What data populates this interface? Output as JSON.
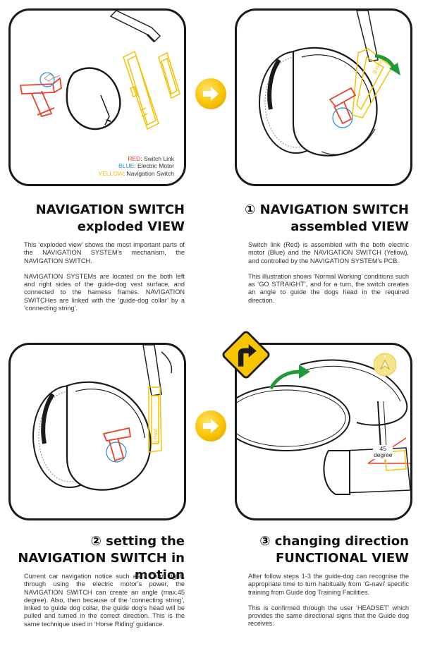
{
  "legend": {
    "red_label": "RED",
    "red_text": ": Switch Link",
    "blue_label": "BLUE",
    "blue_text": ": Electric Motor",
    "yellow_label": "YELLOW",
    "yellow_text": ": Navigation Switch"
  },
  "degree_label": {
    "value": "45",
    "unit": "degree"
  },
  "sections": {
    "s1": {
      "title_line1": "NAVIGATION SWITCH",
      "title_line2": "exploded VIEW",
      "paragraphs": [
        "This ‘exploded view’ shows the most important parts of the NAVIGATION SYSTEM’s mechanism, the NAVIGATION SWITCH.",
        "NAVIGATION SYSTEMs are located on the both left and right sides of the guide-dog vest surface, and connected to the harness frames. NAVIGATION SWITCHes are linked with the ‘guide-dog collar’ by a ‘connecting string’."
      ]
    },
    "s2": {
      "title_line1": "① NAVIGATION SWITCH",
      "title_line2": "assembled VIEW",
      "paragraphs": [
        "Switch link (Red) is assembled with the both electric motor (Blue) and the NAVIGATION SWITCH (Yellow), and controlled by the NAVIGATION SYSTEM’s PCB.",
        "This illustration shows ‘Normal Working’ conditions such as ‘GO STRAIGHT’, and for a turn, the switch creates an angle to guide the dogs head in the required direction."
      ]
    },
    "s3": {
      "title_line1": "② setting the",
      "title_line2": "NAVIGATION SWITCH in motion",
      "paragraphs": [
        "Current car navigation notice such as a ‘Turn right’, through using the electric motor’s power, the NAVIGATION SWITCH can create an angle (max.45 degree). Also, then because of the ‘connecting string’, linked to guide dog collar, the guide dog’s head will be pulled and turned in the correct direction. This is the same technique used in ‘Horse Riding’ guidance."
      ]
    },
    "s4": {
      "title_line1": "③ changing direction",
      "title_line2": "FUNCTIONAL VIEW",
      "paragraphs": [
        "After follow steps 1-3 the guide-dog can recognise the appropriate time to turn habitually from ‘G-navi’ specific training from Guide dog Training Facilities.",
        "This is confirmed through the user ‘HEADSET’ which provides the same directional signs that the Guide dog receives."
      ]
    }
  },
  "colors": {
    "red": "#e8412c",
    "blue": "#1f8fd8",
    "yellow": "#f2c200",
    "green": "#1f9a3a"
  },
  "icons": [
    "exploded-view-illustration",
    "assembled-view-illustration",
    "motion-view-illustration",
    "functional-view-illustration",
    "next-arrow-icon",
    "turn-right-sign-icon",
    "compass-icon",
    "green-rotate-arrow-icon"
  ]
}
